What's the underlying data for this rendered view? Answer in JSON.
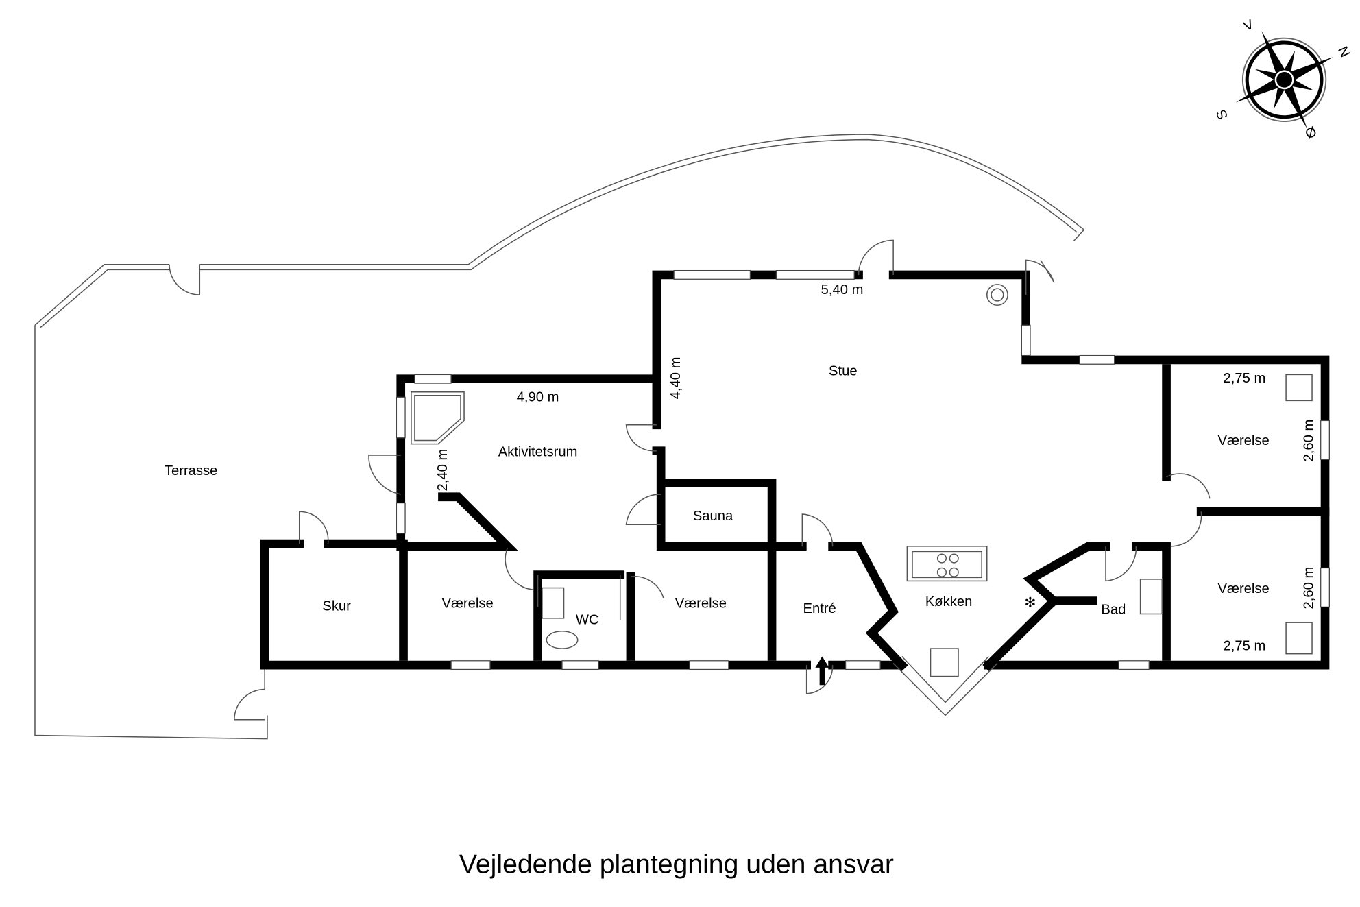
{
  "rooms": {
    "terrasse": "Terrasse",
    "stue": "Stue",
    "aktivitetsrum": "Aktivitetsrum",
    "sauna": "Sauna",
    "skur": "Skur",
    "vaerelse_1": "Værelse",
    "wc": "WC",
    "vaerelse_2": "Værelse",
    "entre": "Entré",
    "koekken": "Køkken",
    "bad": "Bad",
    "vaerelse_3": "Værelse",
    "vaerelse_4": "Værelse"
  },
  "dimensions": {
    "stue_width": "5,40 m",
    "stue_depth": "4,40 m",
    "aktivitet_width": "4,90 m",
    "aktivitet_depth": "2,40 m",
    "vaerelse3_width": "2,75 m",
    "vaerelse3_depth": "2,60 m",
    "vaerelse4_depth": "2,60 m",
    "vaerelse4_width": "2,75 m"
  },
  "compass": {
    "n": "N",
    "s": "S",
    "e": "Ø",
    "w": "V"
  },
  "caption": "Vejledende plantegning uden ansvar"
}
